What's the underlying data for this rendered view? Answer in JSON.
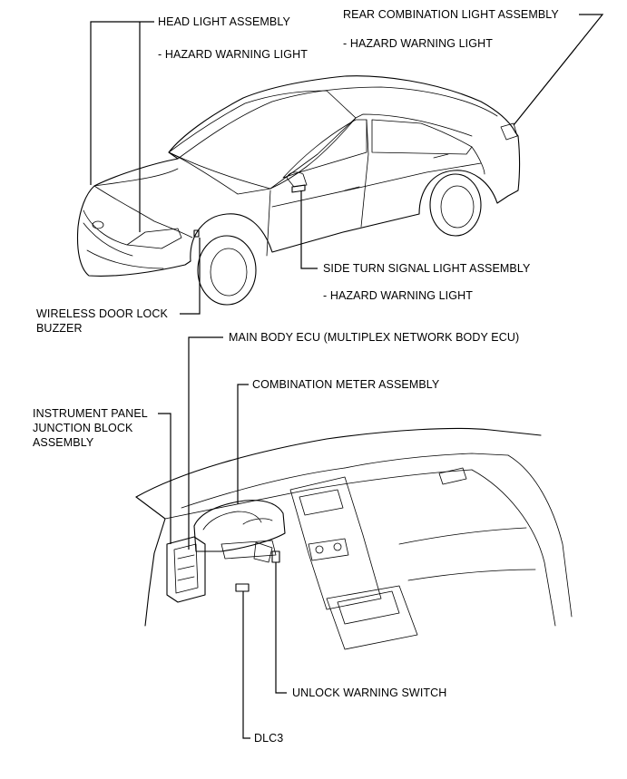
{
  "labels": {
    "head_light": "HEAD LIGHT ASSEMBLY",
    "head_light_sub": "- HAZARD WARNING LIGHT",
    "rear_combination": "REAR COMBINATION LIGHT ASSEMBLY",
    "rear_combination_sub": "- HAZARD WARNING LIGHT",
    "side_turn": "SIDE TURN SIGNAL LIGHT ASSEMBLY",
    "side_turn_sub": "- HAZARD WARNING LIGHT",
    "wireless_buzzer_line1": "WIRELESS DOOR LOCK",
    "wireless_buzzer_line2": "BUZZER",
    "main_body_ecu": "MAIN BODY ECU (MULTIPLEX NETWORK BODY ECU)",
    "combination_meter": "COMBINATION METER ASSEMBLY",
    "ip_junction_line1": "INSTRUMENT PANEL",
    "ip_junction_line2": "JUNCTION BLOCK",
    "ip_junction_line3": "ASSEMBLY",
    "unlock_warning": "UNLOCK WARNING SWITCH",
    "dlc3": "DLC3"
  }
}
